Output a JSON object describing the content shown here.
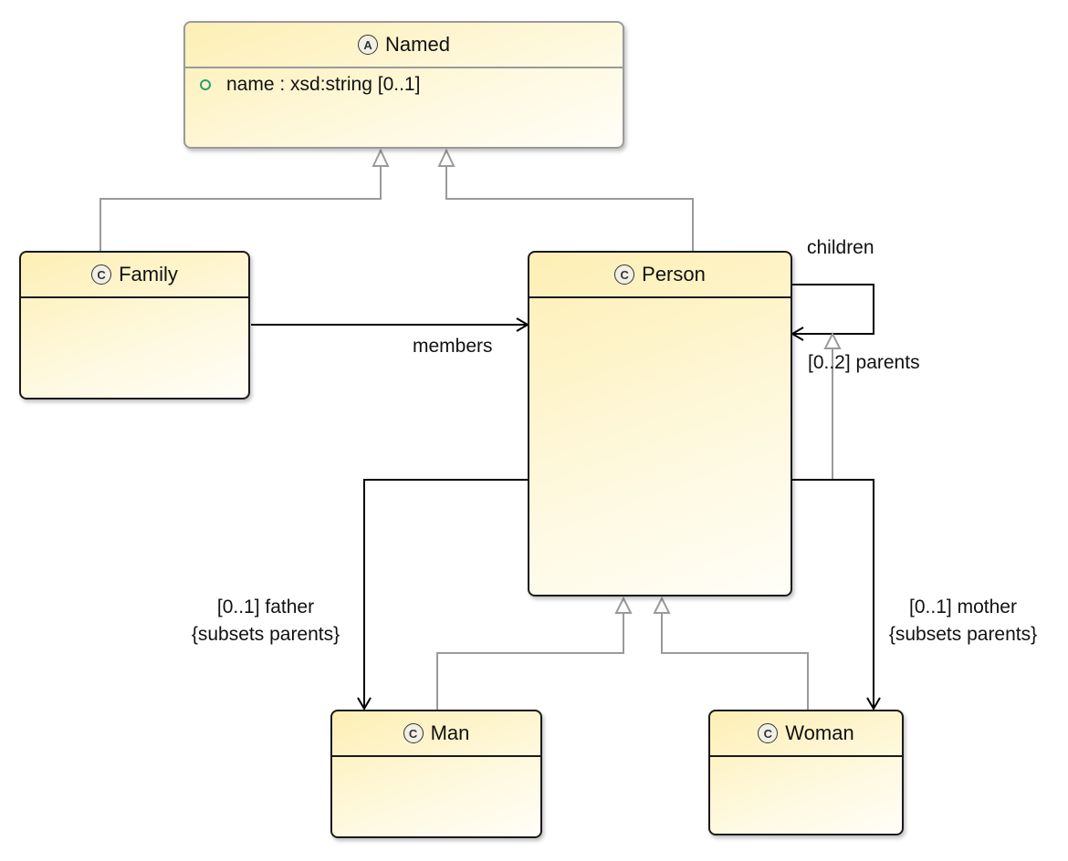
{
  "classes": {
    "named": {
      "stereotype": "A",
      "name": "Named",
      "attribute": "name : xsd:string [0..1]"
    },
    "family": {
      "stereotype": "C",
      "name": "Family"
    },
    "person": {
      "stereotype": "C",
      "name": "Person"
    },
    "man": {
      "stereotype": "C",
      "name": "Man"
    },
    "woman": {
      "stereotype": "C",
      "name": "Woman"
    }
  },
  "associations": {
    "members": "members",
    "children": "children",
    "parents": "[0..2] parents",
    "father_role": "[0..1] father",
    "father_constraint": "{subsets parents}",
    "mother_role": "[0..1] mother",
    "mother_constraint": "{subsets parents}"
  },
  "colors": {
    "class_fill": "#fdefb4",
    "class_border": "#1a1a1a",
    "generalization_line": "#9a9a9a",
    "association_line": "#000000",
    "attribute_icon": "#2e9e6e"
  }
}
